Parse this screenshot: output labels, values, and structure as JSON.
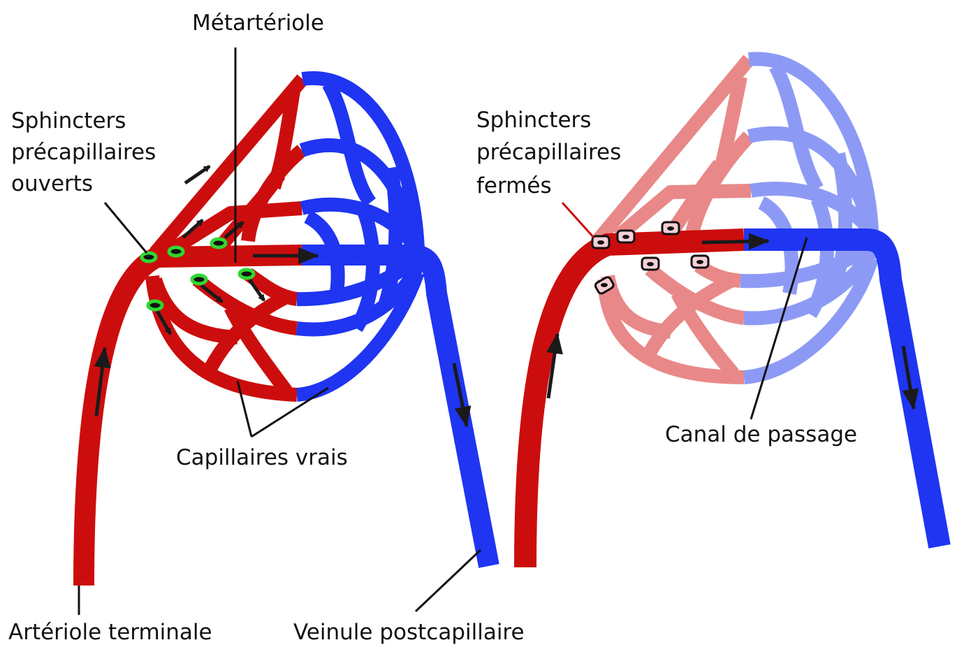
{
  "colors": {
    "arterial": "#cc0d0d",
    "venous": "#1f35f2",
    "arterial_faded": "#e98888",
    "venous_faded": "#8d9af5",
    "sphincter_open": "#2fd82f",
    "sphincter_closed": "#f6cfd6",
    "arrow": "#1a1a1a",
    "leader": "#111111"
  },
  "left_panel": {
    "label_metarteriole": "Métartériole",
    "label_sphincters": [
      "Sphincters",
      "précapillaires",
      "ouverts"
    ],
    "label_true_capillaries": "Capillaires vrais",
    "label_terminal_arteriole": "Artériole terminale",
    "label_postcapillary_venule": "Veinule postcapillaire"
  },
  "right_panel": {
    "label_sphincters": [
      "Sphincters",
      "précapillaires",
      "fermés"
    ],
    "label_thoroughfare_channel": "Canal de passage"
  }
}
